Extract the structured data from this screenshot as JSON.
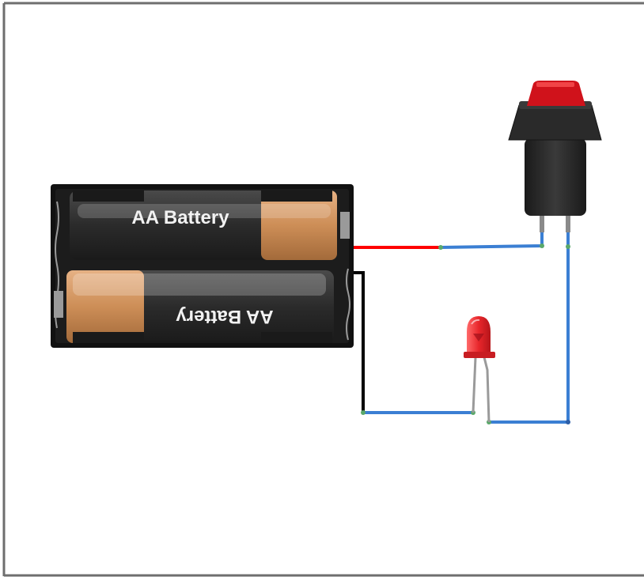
{
  "circuit": {
    "components": {
      "battery_holder": {
        "cells": [
          {
            "label": "AA Battery",
            "orientation": "upright"
          },
          {
            "label": "AA Battery",
            "orientation": "upside-down"
          }
        ]
      },
      "push_button": {
        "cap_color": "#d0121b",
        "body_color": "#222222"
      },
      "led": {
        "color": "#e8262b"
      }
    },
    "wires": [
      {
        "name": "battery-positive",
        "color": "#ff0000"
      },
      {
        "name": "to-button",
        "color": "#3b7fd3"
      },
      {
        "name": "button-to-led",
        "color": "#3b7fd3"
      },
      {
        "name": "battery-negative",
        "color": "#000000"
      },
      {
        "name": "negative-to-led",
        "color": "#3b7fd3"
      }
    ]
  }
}
